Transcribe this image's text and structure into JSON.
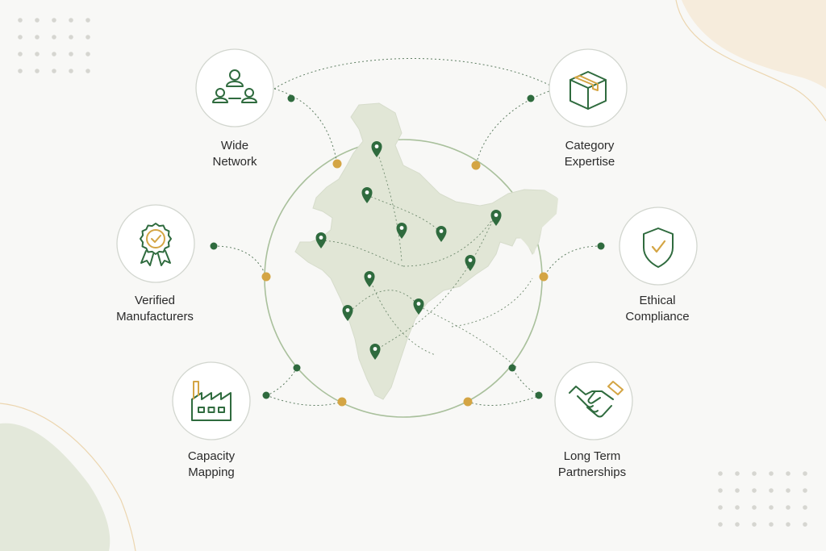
{
  "colors": {
    "primary_green": "#2f6b3e",
    "accent_gold": "#d4a544",
    "map_fill": "#e1e6d6",
    "ring_stroke": "#a9c09c",
    "circle_border": "#d2d6cf",
    "blob_peach": "#f6ecdc",
    "blob_sage": "#e3e8da"
  },
  "features": [
    {
      "id": "wide-network",
      "icon": "people-network-icon",
      "lines": [
        "Wide",
        "Network"
      ]
    },
    {
      "id": "category-expertise",
      "icon": "package-box-icon",
      "lines": [
        "Category",
        "Expertise"
      ]
    },
    {
      "id": "verified-manufacturers",
      "icon": "certified-badge-icon",
      "lines": [
        "Verified",
        "Manufacturers"
      ]
    },
    {
      "id": "ethical-compliance",
      "icon": "shield-check-icon",
      "lines": [
        "Ethical",
        "Compliance"
      ]
    },
    {
      "id": "capacity-mapping",
      "icon": "factory-icon",
      "lines": [
        "Capacity",
        "Mapping"
      ]
    },
    {
      "id": "long-term-partnerships",
      "icon": "handshake-icon",
      "lines": [
        "Long Term",
        "Partnerships"
      ]
    }
  ],
  "map": {
    "region": "India",
    "pin_icon": "location-pin-icon",
    "pin_count": 11
  }
}
